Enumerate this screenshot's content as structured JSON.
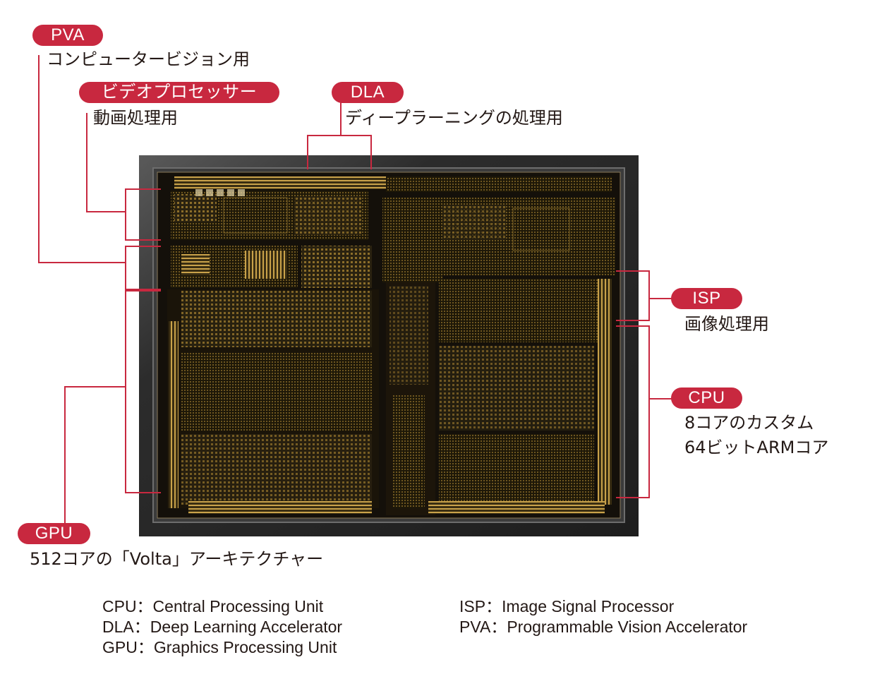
{
  "labels": {
    "pva": {
      "badge": "PVA",
      "desc": "コンピュータービジョン用"
    },
    "video": {
      "badge": "ビデオプロセッサー",
      "desc": "動画処理用"
    },
    "dla": {
      "badge": "DLA",
      "desc": "ディープラーニングの処理用"
    },
    "isp": {
      "badge": "ISP",
      "desc": "画像処理用"
    },
    "cpu": {
      "badge": "CPU",
      "desc_line1": "8コアのカスタム",
      "desc_line2": "64ビットARMコア"
    },
    "gpu": {
      "badge": "GPU",
      "desc": "512コアの「Volta」アーキテクチャー"
    }
  },
  "legend": {
    "left": [
      "CPU：Central Processing Unit",
      "DLA：Deep Learning Accelerator",
      "GPU：Graphics Processing Unit"
    ],
    "right": [
      "ISP：Image Signal Processor",
      "PVA：Programmable Vision Accelerator"
    ]
  },
  "colors": {
    "accent": "#c8283f",
    "die_frame": "#2a2a2a",
    "die_dark": "#1a1409",
    "die_gold": "#b8953c"
  }
}
